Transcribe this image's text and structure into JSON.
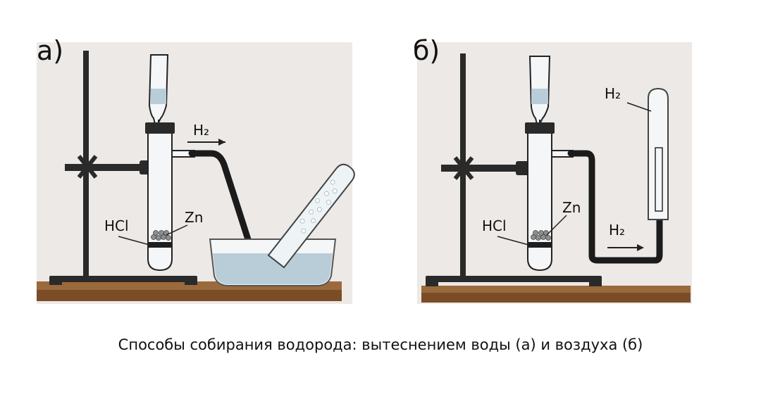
{
  "panels": {
    "a": {
      "letter": "а)",
      "labels": {
        "hcl": "HCl",
        "zn": "Zn",
        "h2": "H₂"
      }
    },
    "b": {
      "letter": "б)",
      "labels": {
        "hcl": "HCl",
        "zn": "Zn",
        "h2_tube": "H₂",
        "h2_arrow": "H₂"
      }
    }
  },
  "caption": "Способы собирания водорода: вытеснением воды (а) и воздуха (б)",
  "colors": {
    "background": "#ffffff",
    "panel_bg": "#ece9e6",
    "table_top": "#9a6a3c",
    "table_front": "#7b4d27",
    "metal": "#2a2a2a",
    "glass_fill": "#f4f6f7",
    "liquid": "#b8cdd8",
    "acid": "#1e1e1e",
    "zinc": "#8e8e8e"
  }
}
